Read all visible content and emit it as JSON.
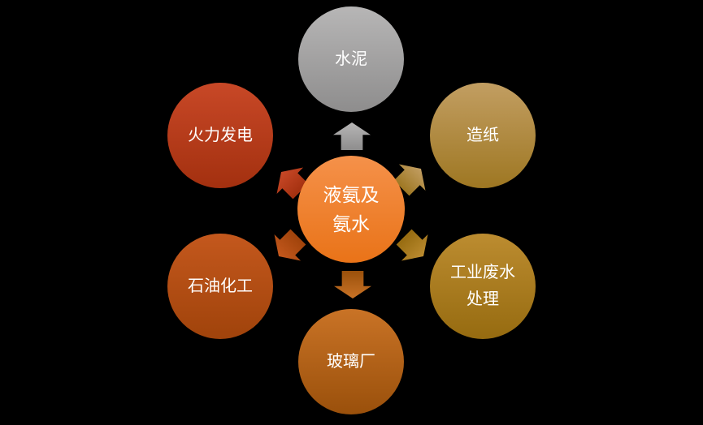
{
  "background_color": "#000000",
  "text_color": "#FFFFFF",
  "diagram": {
    "type": "radial-diverging",
    "center_node": {
      "label_lines": [
        "液氨及",
        "氨水"
      ],
      "color_top": "#F5914A",
      "color_bottom": "#E97318"
    },
    "nodes": [
      {
        "id": "cement",
        "label_lines": [
          "水泥"
        ],
        "color_top": "#B7B6B6",
        "color_bottom": "#8E8D8D"
      },
      {
        "id": "papermaking",
        "label_lines": [
          "造纸"
        ],
        "color_top": "#C29E62",
        "color_bottom": "#9E7722"
      },
      {
        "id": "industrial-wastewater-treatment",
        "label_lines": [
          "工业废水",
          "处理"
        ],
        "color_top": "#BC8C30",
        "color_bottom": "#966B10"
      },
      {
        "id": "glass-factory",
        "label_lines": [
          "玻璃厂"
        ],
        "color_top": "#C97326",
        "color_bottom": "#9A500B"
      },
      {
        "id": "petrochemical",
        "label_lines": [
          "石油化工"
        ],
        "color_top": "#C4581D",
        "color_bottom": "#A0430B"
      },
      {
        "id": "thermal-power",
        "label_lines": [
          "火力发电"
        ],
        "color_top": "#C84827",
        "color_bottom": "#A3300F"
      }
    ]
  }
}
